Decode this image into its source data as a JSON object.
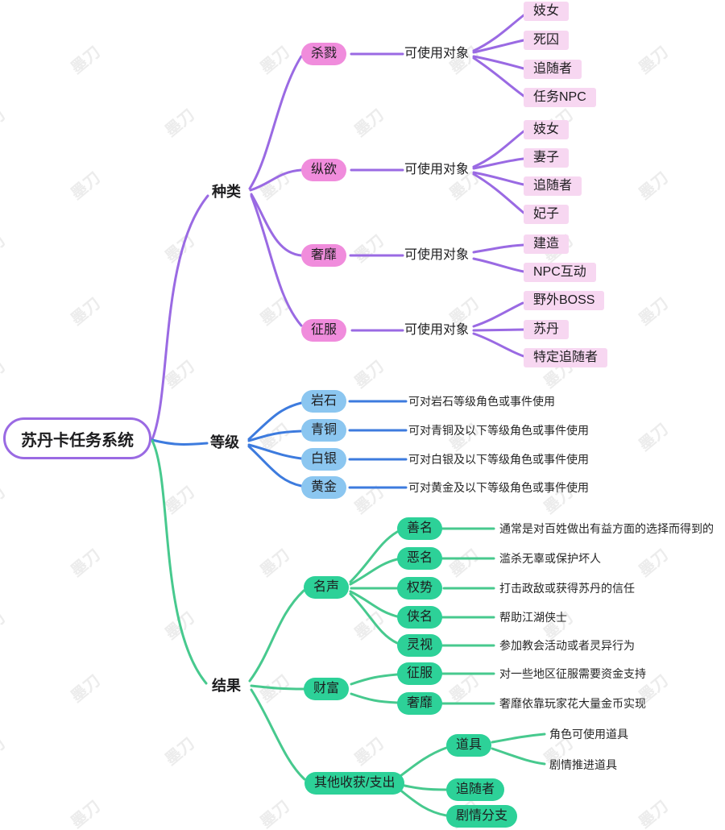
{
  "watermark": {
    "text": "墨刀"
  },
  "colors": {
    "branch_types_line": "#9A6AE3",
    "branch_levels_line": "#3D7BDE",
    "branch_results_line": "#47C98E",
    "root_border": "#9A6AE3",
    "node_pink": "#F08CDC",
    "node_pink_light": "#F7D7F1",
    "node_blue": "#8BC6F0",
    "node_green": "#2DD198",
    "watermark_gray": "#ECECEC"
  },
  "mindmap": {
    "root": "苏丹卡任务系统",
    "branches": [
      {
        "label": "种类",
        "nodes": [
          {
            "label": "杀戮",
            "connector": "可使用对象",
            "targets": [
              "妓女",
              "死囚",
              "追随者",
              "任务NPC"
            ]
          },
          {
            "label": "纵欲",
            "connector": "可使用对象",
            "targets": [
              "妓女",
              "妻子",
              "追随者",
              "妃子"
            ]
          },
          {
            "label": "奢靡",
            "connector": "可使用对象",
            "targets": [
              "建造",
              "NPC互动"
            ]
          },
          {
            "label": "征服",
            "connector": "可使用对象",
            "targets": [
              "野外BOSS",
              "苏丹",
              "特定追随者"
            ]
          }
        ]
      },
      {
        "label": "等级",
        "nodes": [
          {
            "label": "岩石",
            "desc": "可对岩石等级角色或事件使用"
          },
          {
            "label": "青铜",
            "desc": "可对青铜及以下等级角色或事件使用"
          },
          {
            "label": "白银",
            "desc": "可对白银及以下等级角色或事件使用"
          },
          {
            "label": "黄金",
            "desc": "可对黄金及以下等级角色或事件使用"
          }
        ]
      },
      {
        "label": "结果",
        "nodes": [
          {
            "label": "名声",
            "items": [
              {
                "label": "善名",
                "desc": "通常是对百姓做出有益方面的选择而得到的"
              },
              {
                "label": "恶名",
                "desc": "滥杀无辜或保护坏人"
              },
              {
                "label": "权势",
                "desc": "打击政敌或获得苏丹的信任"
              },
              {
                "label": "侠名",
                "desc": "帮助江湖侠士"
              },
              {
                "label": "灵视",
                "desc": "参加教会活动或者灵异行为"
              }
            ]
          },
          {
            "label": "财富",
            "items": [
              {
                "label": "征服",
                "desc": "对一些地区征服需要资金支持"
              },
              {
                "label": "奢靡",
                "desc": "奢靡依靠玩家花大量金币实现"
              }
            ]
          },
          {
            "label": "其他收获/支出",
            "items": [
              {
                "label": "道具",
                "leaves": [
                  "角色可使用道具",
                  "剧情推进道具"
                ]
              },
              {
                "label": "追随者"
              },
              {
                "label": "剧情分支"
              }
            ]
          }
        ]
      }
    ]
  }
}
